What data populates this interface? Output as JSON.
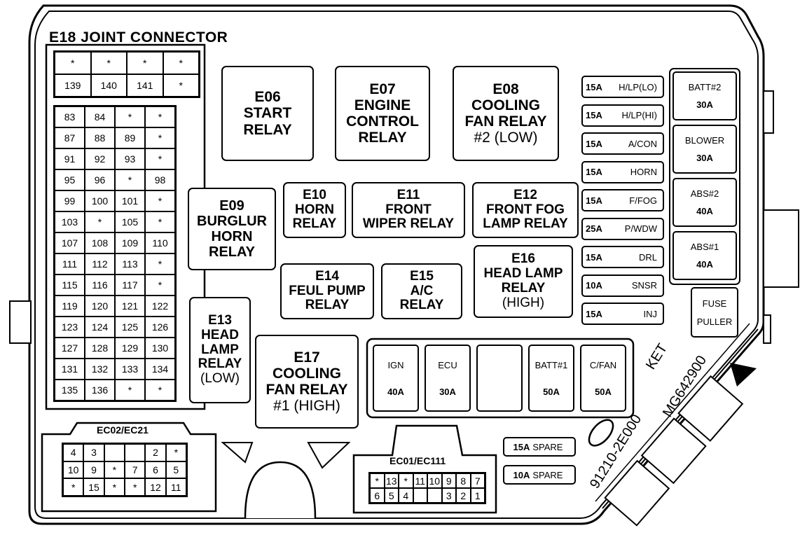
{
  "joint_connector": {
    "title": "E18 JOINT CONNECTOR",
    "top_rows": [
      [
        "*",
        "*",
        "*",
        "*"
      ],
      [
        "139",
        "140",
        "141",
        "*"
      ]
    ],
    "rows": [
      [
        "83",
        "84",
        "*",
        "*"
      ],
      [
        "87",
        "88",
        "89",
        "*"
      ],
      [
        "91",
        "92",
        "93",
        "*"
      ],
      [
        "95",
        "96",
        "*",
        "98"
      ],
      [
        "99",
        "100",
        "101",
        "*"
      ],
      [
        "103",
        "*",
        "105",
        "*"
      ],
      [
        "107",
        "108",
        "109",
        "110"
      ],
      [
        "111",
        "112",
        "113",
        "*"
      ],
      [
        "115",
        "116",
        "117",
        "*"
      ],
      [
        "119",
        "120",
        "121",
        "122"
      ],
      [
        "123",
        "124",
        "125",
        "126"
      ],
      [
        "127",
        "128",
        "129",
        "130"
      ],
      [
        "131",
        "132",
        "133",
        "134"
      ],
      [
        "135",
        "136",
        "*",
        "*"
      ]
    ]
  },
  "relays": [
    {
      "id": "e06",
      "lines": [
        "E06",
        "START",
        "RELAY"
      ]
    },
    {
      "id": "e07",
      "lines": [
        "E07",
        "ENGINE",
        "CONTROL",
        "RELAY"
      ]
    },
    {
      "id": "e08",
      "lines": [
        "E08",
        "COOLING",
        "FAN RELAY",
        "#2 (LOW)"
      ]
    },
    {
      "id": "e09",
      "lines": [
        "E09",
        "BURGLUR",
        "HORN",
        "RELAY"
      ]
    },
    {
      "id": "e10",
      "lines": [
        "E10",
        "HORN",
        "RELAY"
      ]
    },
    {
      "id": "e11",
      "lines": [
        "E11",
        "FRONT",
        "WIPER RELAY"
      ]
    },
    {
      "id": "e12",
      "lines": [
        "E12",
        "FRONT FOG",
        "LAMP RELAY"
      ]
    },
    {
      "id": "e13",
      "lines": [
        "E13",
        "HEAD",
        "LAMP",
        "RELAY",
        "(LOW)"
      ]
    },
    {
      "id": "e14",
      "lines": [
        "E14",
        "FEUL PUMP",
        "RELAY"
      ]
    },
    {
      "id": "e15",
      "lines": [
        "E15",
        "A/C",
        "RELAY"
      ]
    },
    {
      "id": "e16",
      "lines": [
        "E16",
        "HEAD LAMP",
        "RELAY",
        "(HIGH)"
      ]
    },
    {
      "id": "e17",
      "lines": [
        "E17",
        "COOLING",
        "FAN RELAY",
        "#1 (HIGH)"
      ]
    }
  ],
  "small_fuses": [
    {
      "amp": "15A",
      "name": "H/LP(LO)"
    },
    {
      "amp": "15A",
      "name": "H/LP(HI)"
    },
    {
      "amp": "15A",
      "name": "A/CON"
    },
    {
      "amp": "15A",
      "name": "HORN"
    },
    {
      "amp": "15A",
      "name": "F/FOG"
    },
    {
      "amp": "25A",
      "name": "P/WDW"
    },
    {
      "amp": "15A",
      "name": "DRL"
    },
    {
      "amp": "10A",
      "name": "SNSR"
    },
    {
      "amp": "15A",
      "name": "INJ"
    }
  ],
  "right_fuses": [
    {
      "name": "BATT#2",
      "amp": "30A"
    },
    {
      "name": "BLOWER",
      "amp": "30A"
    },
    {
      "name": "ABS#2",
      "amp": "40A"
    },
    {
      "name": "ABS#1",
      "amp": "40A"
    }
  ],
  "fuse_puller": [
    "FUSE",
    "PULLER"
  ],
  "bottom_fuses": [
    {
      "name": "IGN",
      "amp": "40A"
    },
    {
      "name": "ECU",
      "amp": "30A"
    },
    {
      "name": "",
      "amp": ""
    },
    {
      "name": "BATT#1",
      "amp": "50A"
    },
    {
      "name": "C/FAN",
      "amp": "50A"
    }
  ],
  "spare_fuses": [
    {
      "amp": "15A",
      "name": "SPARE"
    },
    {
      "amp": "10A",
      "name": "SPARE"
    }
  ],
  "ec02": {
    "title": "EC02/EC21",
    "rows": [
      [
        "4",
        "3",
        "",
        "",
        "2",
        "*"
      ],
      [
        "10",
        "9",
        "*",
        "7",
        "6",
        "5"
      ],
      [
        "*",
        "15",
        "*",
        "*",
        "12",
        "11"
      ]
    ]
  },
  "ec01": {
    "title": "EC01/EC111",
    "rows": [
      [
        "*",
        "13",
        "*",
        "11",
        "10",
        "9",
        "8",
        "7"
      ],
      [
        "6",
        "5",
        "4",
        "",
        "",
        "3",
        "2",
        "1"
      ]
    ]
  },
  "markings": {
    "part1": "KET",
    "part2": "MG642900",
    "part3": "91210-2E000"
  }
}
